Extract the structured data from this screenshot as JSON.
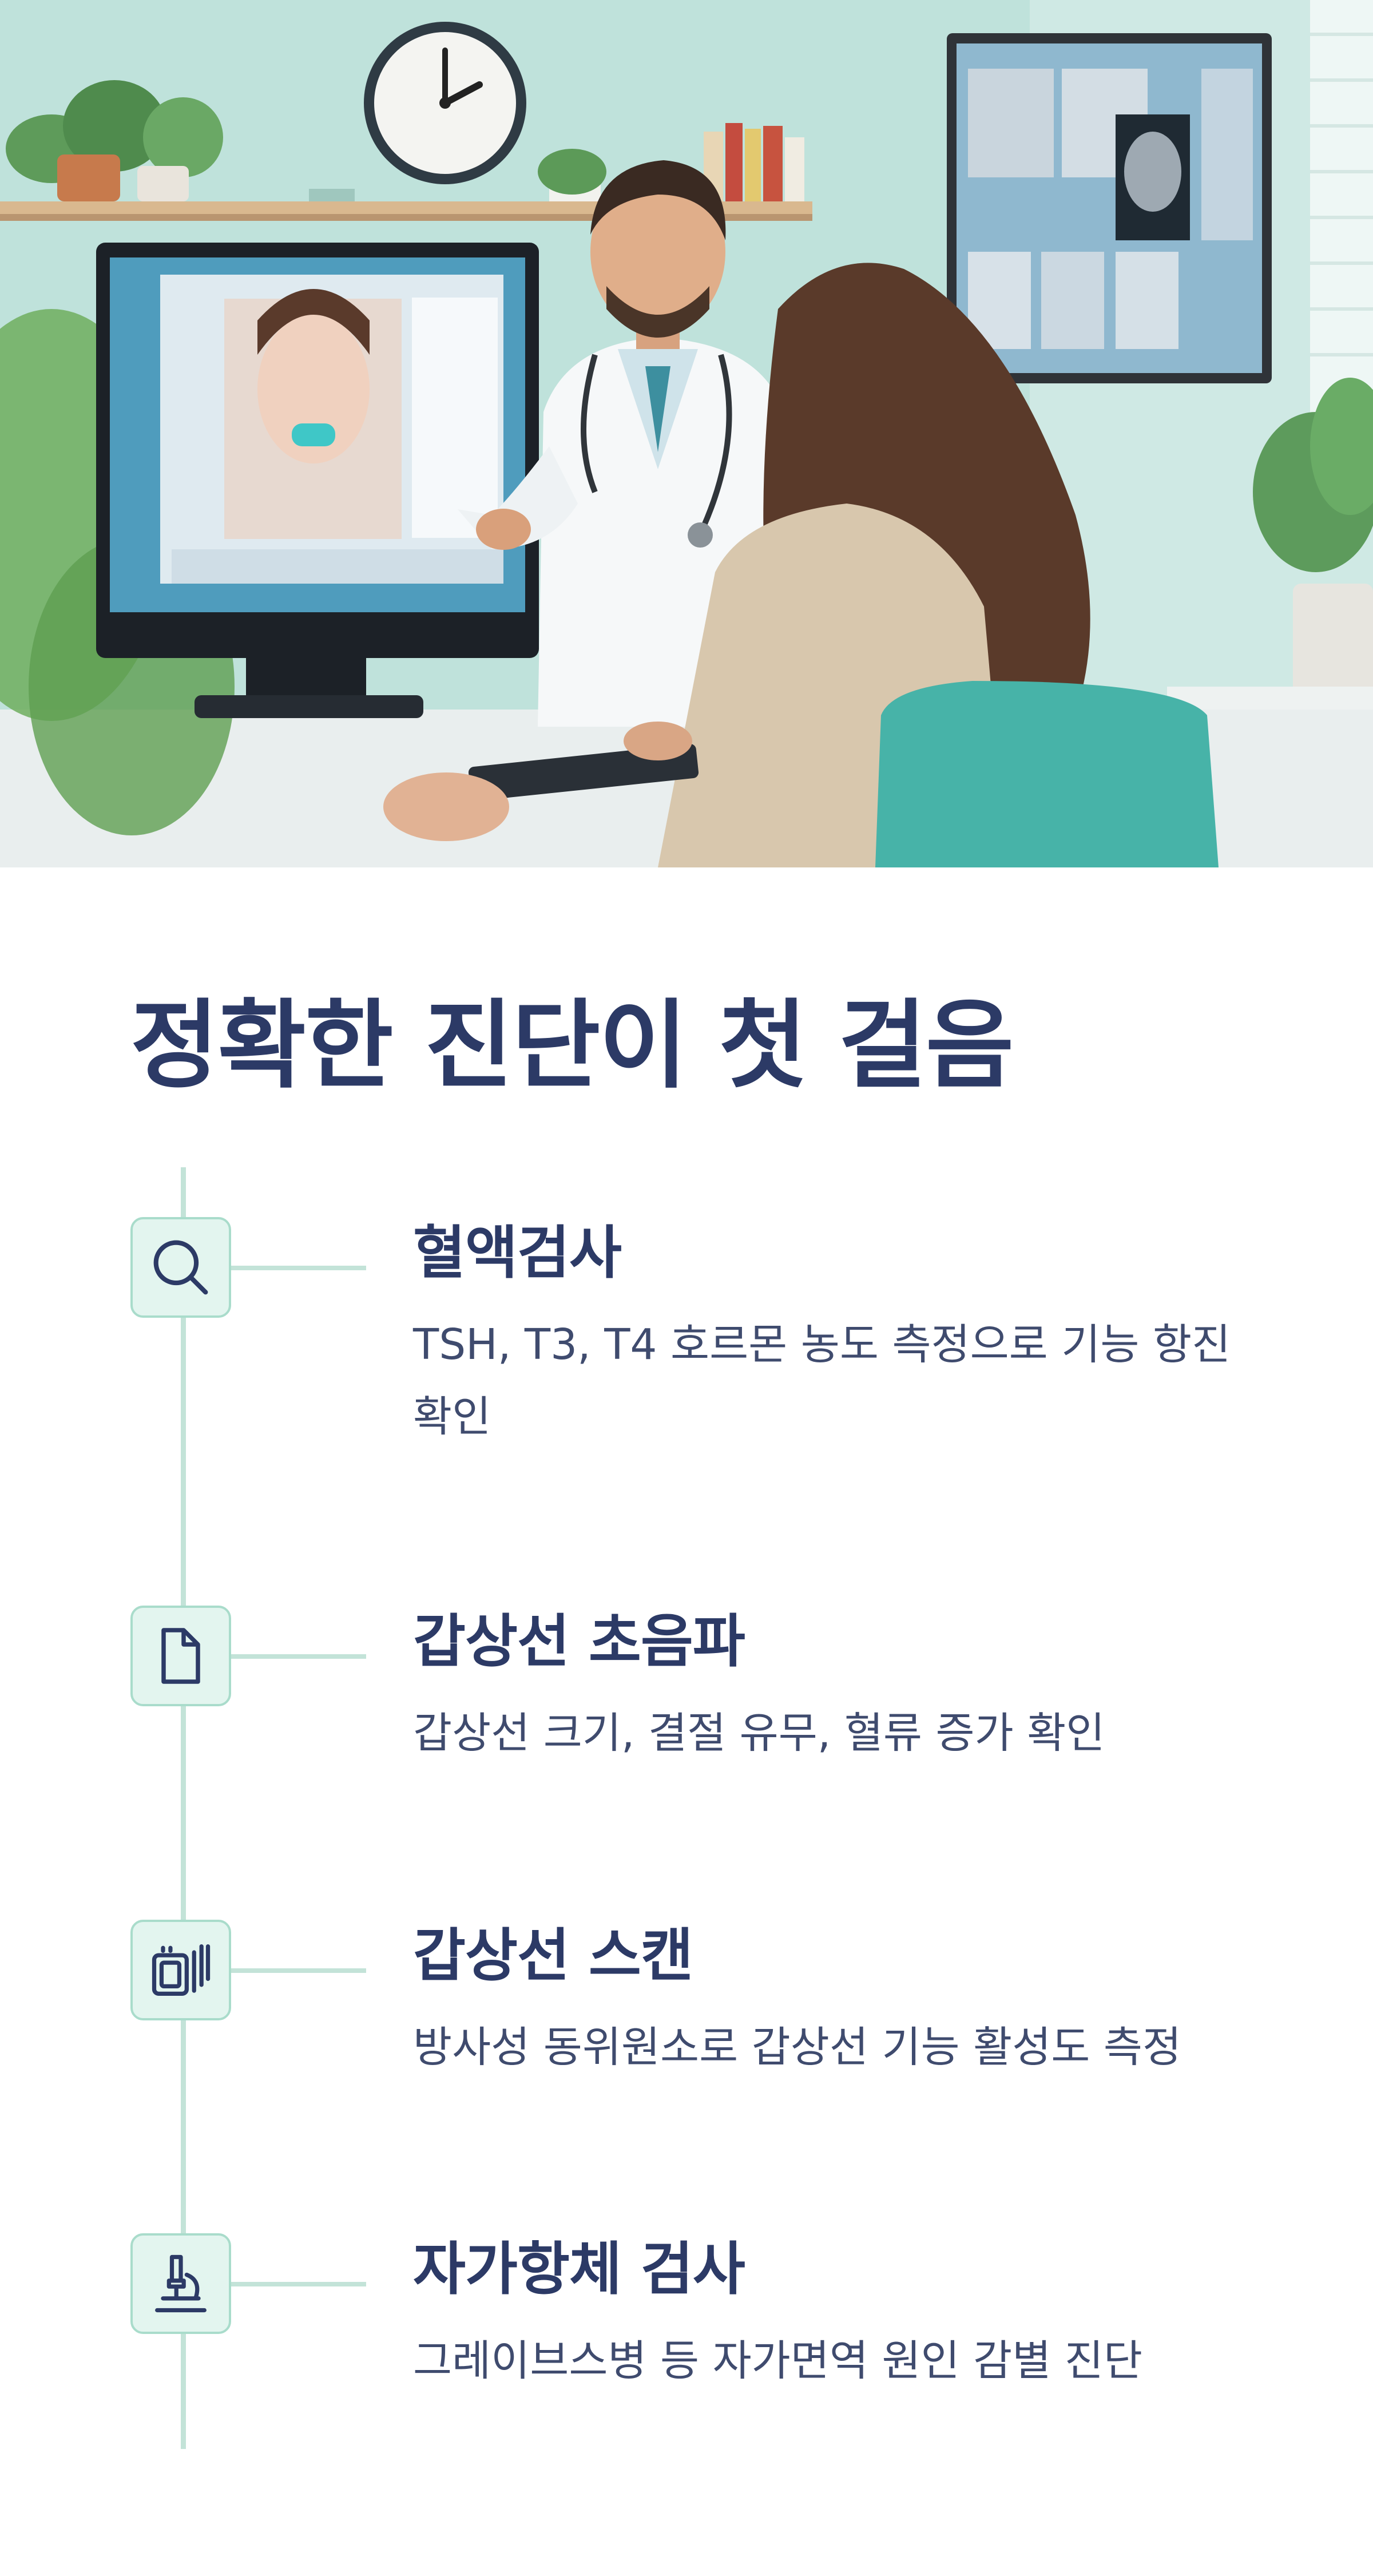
{
  "hero": {
    "alt": "doctor-pointing-at-thyroid-scan-monitor"
  },
  "title": "정확한 진단이 첫 걸음",
  "steps": [
    {
      "icon": "search-icon",
      "title": "혈액검사",
      "description": "TSH, T3, T4 호르몬 농도 측정으로 기능 항진 확인"
    },
    {
      "icon": "document-icon",
      "title": "갑상선 초음파",
      "description": "갑상선 크기, 결절 유무, 혈류 증가 확인"
    },
    {
      "icon": "scan-icon",
      "title": "갑상선 스캔",
      "description": "방사성 동위원소로 갑상선 기능 활성도 측정"
    },
    {
      "icon": "microscope-icon",
      "title": "자가항체 검사",
      "description": "그레이브스병 등 자가면역 원인 감별 진단"
    }
  ],
  "colors": {
    "title": "#2c3a66",
    "accent": "#a9dccb",
    "icon_bg": "#e3f5ef",
    "icon_stroke": "#2c3a66"
  }
}
